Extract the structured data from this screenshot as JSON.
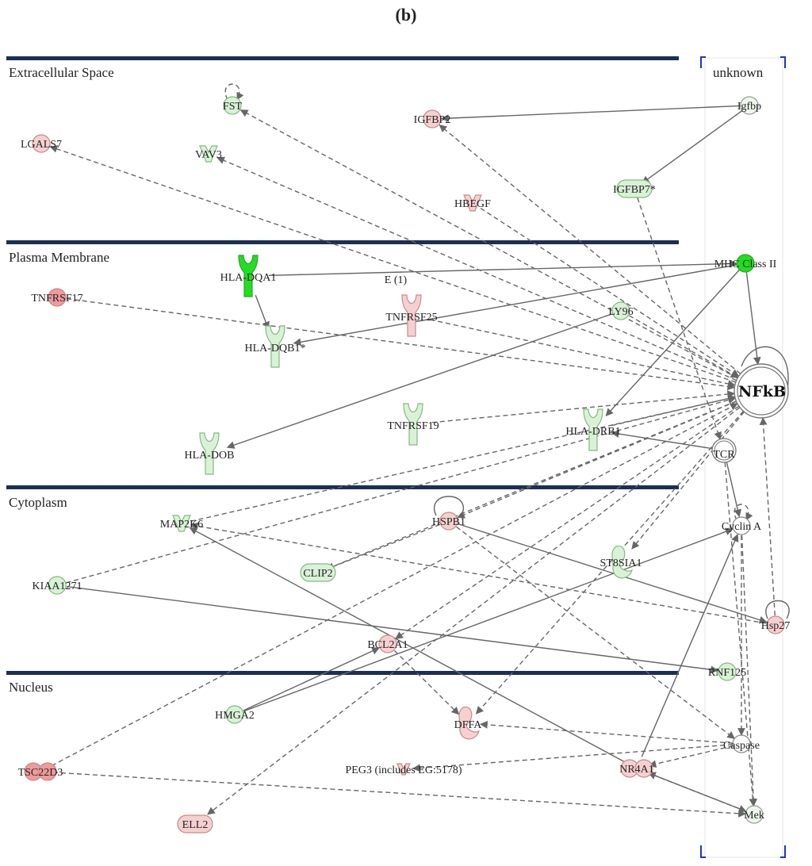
{
  "figure": {
    "label": "(b)"
  },
  "colors": {
    "section_bar": "#1b2f55",
    "edge": "#666666",
    "up_fill": "#f6d0d0",
    "up_stroke": "#c98a8a",
    "up_strong_fill": "#ef9b9b",
    "down_fill": "#d9f2d6",
    "down_stroke": "#86b884",
    "down_strong_fill": "#1ee01e",
    "neutral_fill": "#ffffff",
    "neutral_stroke": "#888888",
    "unknown_bracket": "#2233cc"
  },
  "sections": [
    {
      "id": "extracellular",
      "title": "Extracellular Space"
    },
    {
      "id": "plasma",
      "title": "Plasma Membrane"
    },
    {
      "id": "cytoplasm",
      "title": "Cytoplasm"
    },
    {
      "id": "nucleus",
      "title": "Nucleus"
    },
    {
      "id": "unknown",
      "title": "unknown"
    }
  ],
  "nodes": [
    {
      "id": "FST",
      "label": "FST",
      "shape": "circle",
      "regulation": "down"
    },
    {
      "id": "IGFBP2",
      "label": "IGFBP2",
      "shape": "circle",
      "regulation": "up"
    },
    {
      "id": "Igfbp",
      "label": "Igfbp",
      "shape": "circle",
      "regulation": "neutral-green"
    },
    {
      "id": "LGALS7",
      "label": "LGALS7",
      "shape": "circle",
      "regulation": "up"
    },
    {
      "id": "VAV3",
      "label": "VAV3",
      "shape": "vshape",
      "regulation": "down"
    },
    {
      "id": "HBEGF",
      "label": "HBEGF",
      "shape": "vshape",
      "regulation": "up"
    },
    {
      "id": "IGFBP7",
      "label": "IGFBP7*",
      "shape": "rounded",
      "regulation": "down"
    },
    {
      "id": "HLA-DQA1",
      "label": "HLA-DQA1",
      "shape": "receptor",
      "regulation": "down-strong"
    },
    {
      "id": "MHC",
      "label": "MHC Class II",
      "shape": "circle",
      "regulation": "down-strong"
    },
    {
      "id": "E1",
      "label": "E (1)",
      "shape": "none",
      "regulation": "none"
    },
    {
      "id": "TNFRSF17",
      "label": "TNFRSF17",
      "shape": "circle",
      "regulation": "up-strong"
    },
    {
      "id": "TNFRSF25",
      "label": "TNFRSF25",
      "shape": "receptor",
      "regulation": "up"
    },
    {
      "id": "LY96",
      "label": "LY96",
      "shape": "circle",
      "regulation": "down"
    },
    {
      "id": "HLA-DQB1",
      "label": "HLA-DQB1*",
      "shape": "receptor",
      "regulation": "down"
    },
    {
      "id": "NFkB",
      "label": "NFkB",
      "shape": "complex",
      "regulation": "neutral"
    },
    {
      "id": "TNFRSF19",
      "label": "TNFRSF19",
      "shape": "receptor",
      "regulation": "down"
    },
    {
      "id": "HLA-DRB1",
      "label": "HLA-DRB1",
      "shape": "receptor",
      "regulation": "down"
    },
    {
      "id": "HLA-DOB",
      "label": "HLA-DOB",
      "shape": "receptor",
      "regulation": "down"
    },
    {
      "id": "TCR",
      "label": "TCR",
      "shape": "complex-small",
      "regulation": "neutral"
    },
    {
      "id": "MAP2K6",
      "label": "MAP2K6",
      "shape": "vshape",
      "regulation": "down"
    },
    {
      "id": "HSPB1",
      "label": "HSPB1",
      "shape": "circle",
      "regulation": "up"
    },
    {
      "id": "CyclinA",
      "label": "Cyclin A",
      "shape": "circle",
      "regulation": "neutral"
    },
    {
      "id": "CLIP2",
      "label": "CLIP2",
      "shape": "rounded",
      "regulation": "down"
    },
    {
      "id": "ST8SIA1",
      "label": "ST8SIA1",
      "shape": "enzyme",
      "regulation": "down"
    },
    {
      "id": "KIAA1271",
      "label": "KIAA1271",
      "shape": "circle",
      "regulation": "down"
    },
    {
      "id": "Hsp27",
      "label": "Hsp27",
      "shape": "circle",
      "regulation": "up"
    },
    {
      "id": "BCL2A1",
      "label": "BCL2A1",
      "shape": "circle",
      "regulation": "up"
    },
    {
      "id": "RNF125",
      "label": "RNF125",
      "shape": "circle",
      "regulation": "down"
    },
    {
      "id": "HMGA2",
      "label": "HMGA2",
      "shape": "circle",
      "regulation": "down"
    },
    {
      "id": "DFFA",
      "label": "DFFA",
      "shape": "enzyme",
      "regulation": "up"
    },
    {
      "id": "Caspase",
      "label": "Caspase",
      "shape": "circle",
      "regulation": "neutral"
    },
    {
      "id": "TSC22D3",
      "label": "TSC22D3",
      "shape": "double-circle",
      "regulation": "up-strong"
    },
    {
      "id": "PEG3",
      "label": "PEG3 (includes EG:5178)",
      "shape": "small-vshape",
      "regulation": "up"
    },
    {
      "id": "NR4A1",
      "label": "NR4A1",
      "shape": "double-circle",
      "regulation": "up"
    },
    {
      "id": "ELL2",
      "label": "ELL2",
      "shape": "rounded",
      "regulation": "up"
    },
    {
      "id": "Mek",
      "label": "Mek",
      "shape": "circle",
      "regulation": "neutral-green"
    }
  ],
  "edges": [
    {
      "from": "Igfbp",
      "to": "IGFBP2",
      "style": "solid"
    },
    {
      "from": "Igfbp",
      "to": "IGFBP7",
      "style": "solid"
    },
    {
      "from": "NFkB",
      "to": "FST",
      "style": "dashed"
    },
    {
      "from": "NFkB",
      "to": "IGFBP2",
      "style": "dashed"
    },
    {
      "from": "NFkB",
      "to": "LGALS7",
      "style": "dashed"
    },
    {
      "from": "NFkB",
      "to": "VAV3",
      "style": "dashed"
    },
    {
      "from": "HBEGF",
      "to": "NFkB",
      "style": "dashed"
    },
    {
      "from": "IGFBP7",
      "to": "TCR",
      "style": "dashed"
    },
    {
      "from": "HLA-DQA1",
      "to": "MHC",
      "style": "solid"
    },
    {
      "from": "MHC",
      "to": "HLA-DQB1",
      "style": "solid"
    },
    {
      "from": "MHC",
      "to": "HLA-DRB1",
      "style": "solid"
    },
    {
      "from": "MHC",
      "to": "NFkB",
      "style": "solid"
    },
    {
      "from": "LY96",
      "to": "HLA-DOB",
      "style": "solid"
    },
    {
      "from": "TNFRSF17",
      "to": "NFkB",
      "style": "dashed"
    },
    {
      "from": "TNFRSF25",
      "to": "NFkB",
      "style": "dashed"
    },
    {
      "from": "LY96",
      "to": "NFkB",
      "style": "dashed"
    },
    {
      "from": "TNFRSF19",
      "to": "NFkB",
      "style": "dashed"
    },
    {
      "from": "HLA-DRB1",
      "to": "NFkB",
      "style": "dashed"
    },
    {
      "from": "MAP2K6",
      "to": "NFkB",
      "style": "dashed"
    },
    {
      "from": "KIAA1271",
      "to": "NFkB",
      "style": "dashed"
    },
    {
      "from": "NFkB",
      "to": "HSPB1",
      "style": "dashed"
    },
    {
      "from": "NFkB",
      "to": "ST8SIA1",
      "style": "dashed"
    },
    {
      "from": "NFkB",
      "to": "BCL2A1",
      "style": "dashed"
    },
    {
      "from": "NFkB",
      "to": "CLIP2",
      "style": "dashed"
    },
    {
      "from": "NFkB",
      "to": "DFFA",
      "style": "dashed"
    },
    {
      "from": "NFkB",
      "to": "ELL2",
      "style": "dashed"
    },
    {
      "from": "TSC22D3",
      "to": "NFkB",
      "style": "dashed"
    },
    {
      "from": "Hsp27",
      "to": "NFkB",
      "style": "dashed"
    },
    {
      "from": "HSPB1",
      "to": "Hsp27",
      "style": "solid"
    },
    {
      "from": "Hsp27",
      "to": "MAP2K6",
      "style": "dashed"
    },
    {
      "from": "KIAA1271",
      "to": "RNF125",
      "style": "solid"
    },
    {
      "from": "HMGA2",
      "to": "CyclinA",
      "style": "solid"
    },
    {
      "from": "HMGA2",
      "to": "BCL2A1",
      "style": "solid"
    },
    {
      "from": "NR4A1",
      "to": "MAP2K6",
      "style": "solid"
    },
    {
      "from": "NR4A1",
      "to": "CyclinA",
      "style": "solid"
    },
    {
      "from": "TCR",
      "to": "CyclinA",
      "style": "solid"
    },
    {
      "from": "TCR",
      "to": "Mek",
      "style": "dashed"
    },
    {
      "from": "CyclinA",
      "to": "Caspase",
      "style": "dashed"
    },
    {
      "from": "CyclinA",
      "to": "Mek",
      "style": "dashed"
    },
    {
      "from": "Caspase",
      "to": "DFFA",
      "style": "dashed"
    },
    {
      "from": "Caspase",
      "to": "NR4A1",
      "style": "dashed"
    },
    {
      "from": "Caspase",
      "to": "PEG3",
      "style": "dashed"
    },
    {
      "from": "HSPB1",
      "to": "Caspase",
      "style": "dashed"
    },
    {
      "from": "NR4A1",
      "to": "Mek",
      "style": "solid"
    },
    {
      "from": "Mek",
      "to": "NR4A1",
      "style": "dashed"
    },
    {
      "from": "TSC22D3",
      "to": "Mek",
      "style": "dashed"
    },
    {
      "from": "BCL2A1",
      "to": "DFFA",
      "style": "dashed"
    },
    {
      "from": "HSPB1",
      "to": "CLIP2",
      "style": "dashed"
    },
    {
      "from": "TCR",
      "to": "HLA-DRB1",
      "style": "solid"
    },
    {
      "from": "HLA-DQA1",
      "to": "HLA-DQB1",
      "style": "solid"
    }
  ]
}
